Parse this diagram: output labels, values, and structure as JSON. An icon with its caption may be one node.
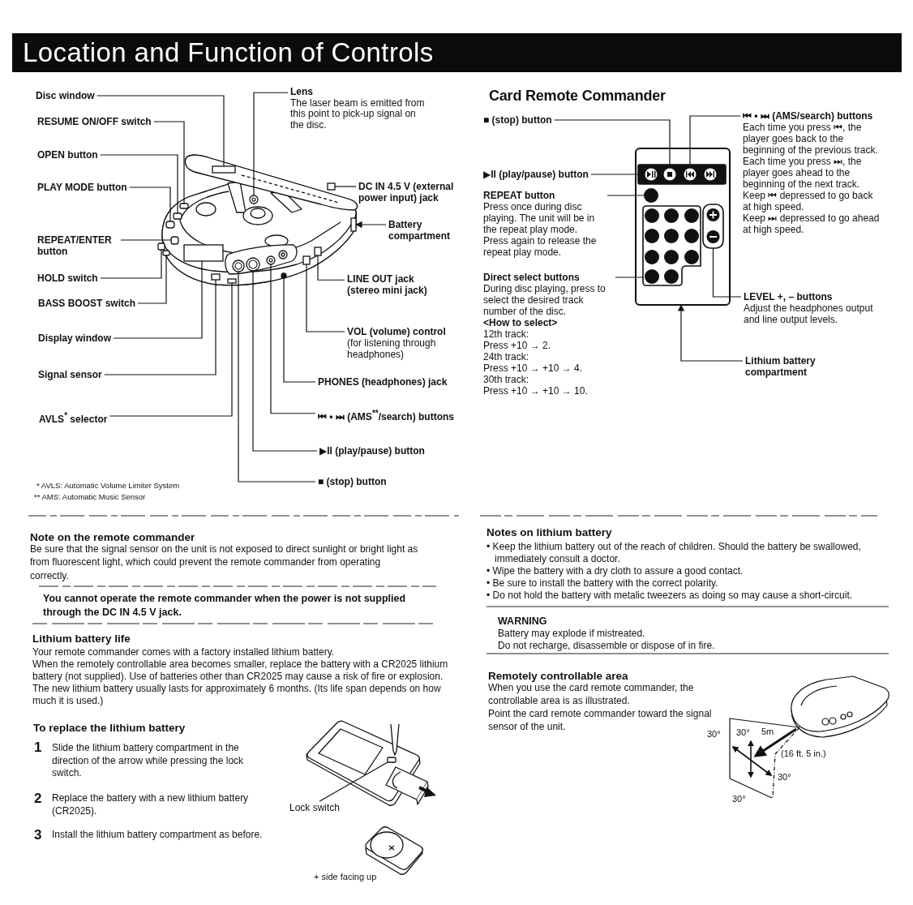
{
  "diagram": {
    "title": "Location and Function of Controls",
    "nodes": [
      {
        "text": [
          "Disc window"
        ]
      },
      {
        "text": [
          "RESUME ON/OFF switch"
        ]
      },
      {
        "text": [
          "OPEN button"
        ]
      },
      {
        "text": [
          "PLAY MODE button"
        ]
      },
      {
        "text": [
          "REPEAT/ENTER button"
        ]
      },
      {
        "text": [
          "HOLD switch"
        ]
      },
      {
        "text": [
          "BASS BOOST switch"
        ]
      },
      {
        "text": [
          "Display window"
        ]
      },
      {
        "text": [
          "Signal sensor"
        ]
      },
      {
        "text": [
          "AVLS$^{*}$ selector"
        ]
      },
      {
        "text": [
          "Lens",
          "The laser beam is emitted from this point to pick-up signal on the disc."
        ]
      },
      {
        "text": [
          "DC IN 4.5 V (external power input) jack"
        ]
      },
      {
        "text": [
          "Battery compartment"
        ]
      },
      {
        "text": [
          "LINE OUT jack (stereo mini jack)"
        ]
      },
      {
        "text": [
          "VOL (volume) control",
          "(for listening through headphones)"
        ]
      },
      {
        "text": [
          "PHONES (headphones) jack"
        ]
      },
      {
        "text": [
          "⏮ • ⏭ (AMS$^{**}$/search) buttons"
        ]
      },
      {
        "text": [
          "▶II (play/pause) button"
        ]
      },
      {
        "text": [
          "■ (stop) button"
        ]
      },
      {
        "text": [
          "■ (stop) button"
        ]
      },
      {
        "text": [
          "▶II (play/pause) button"
        ]
      },
      {
        "text": [
          "REPEAT button",
          "Press once during disc playing. The unit will be in the repeat play mode. Press again to release the repeat play mode."
        ]
      },
      {
        "text": [
          "Direct select buttons",
          "During disc playing, press to select the desired track number of the disc.",
          "<How to select>",
          "12th track:",
          "Press +10 → 2.",
          "24th track:",
          "Press +10 → +10 → 4.",
          "30th track:",
          "Press +10 → +10 → 10."
        ]
      },
      {
        "text": [
          "⏮ • ⏭ (AMS/search) buttons",
          "Each time you press ⏮, the player goes back to the beginning of the previous track.",
          "Each time you press ⏭, the player goes ahead to the beginning of the next track.",
          "Keep ⏮ depressed to go back at high speed.",
          "Keep ⏭ depressed to go ahead at high speed."
        ]
      },
      {
        "text": [
          "LEVEL +, – buttons",
          "Adjust the headphones output and line output levels."
        ]
      },
      {
        "text": [
          "Lithium battery compartment"
        ]
      },
      {
        "text": [
          "Lock switch"
        ]
      },
      {
        "text": [],
        "shape": "picture"
      },
      {
        "text": [],
        "shape": "box",
        "in": 27
      },
      {
        "text": [],
        "shape": "box",
        "in": 27
      },
      {
        "text": [],
        "shape": "box",
        "in": 27
      },
      {
        "text": [],
        "shape": "box",
        "in": 27
      },
      {
        "text": [],
        "shape": "box",
        "in": 27
      },
      {
        "text": [],
        "shape": "box",
        "in": 27
      },
      {
        "text": [],
        "shape": "box",
        "in": 27
      },
      {
        "text": [],
        "shape": "box",
        "in": 27
      },
      {
        "text": [],
        "shape": "box",
        "in": 27
      },
      {
        "text": [],
        "shape": "box",
        "in": 27
      },
      {
        "text": [],
        "shape": "circle",
        "in": 27
      },
      {
        "text": [],
        "shape": "box",
        "in": 27
      },
      {
        "text": [],
        "shape": "box",
        "in": 27
      },
      {
        "text": [],
        "shape": "box",
        "in": 27
      },
      {
        "text": [],
        "shape": "box",
        "in": 27
      },
      {
        "text": [],
        "shape": "circle",
        "in": 27
      },
      {
        "text": [],
        "shape": "circle",
        "in": 27
      },
      {
        "text": [],
        "shape": "circle",
        "in": 27
      },
      {
        "text": [],
        "shape": "circle",
        "in": 27
      },
      {
        "text": [],
        "shape": "picture"
      },
      {
        "text": [],
        "shape": "circle",
        "in": 47
      },
      {
        "text": [],
        "shape": "circle",
        "in": 47
      },
      {
        "text": [],
        "shape": "circle",
        "in": 47
      },
      {
        "text": [],
        "shape": "circle",
        "in": 47
      },
      {
        "text": [],
        "shape": "box",
        "in": 47
      },
      {
        "text": [],
        "shape": "box",
        "in": 47
      },
      {
        "text": [],
        "shape": "picture"
      },
      {
        "text": [],
        "shape": "box",
        "in": 54
      }
    ],
    "edges": [
      {
        "from": 0,
        "to": 28,
        "arrow": "none"
      },
      {
        "from": 1,
        "to": 29,
        "arrow": "none"
      },
      {
        "from": 2,
        "to": 30,
        "arrow": "none"
      },
      {
        "from": 3,
        "to": 31,
        "arrow": "none"
      },
      {
        "from": 4,
        "to": 32,
        "arrow": "none"
      },
      {
        "from": 5,
        "to": 33,
        "arrow": "none"
      },
      {
        "from": 6,
        "to": 34,
        "arrow": "none"
      },
      {
        "from": 7,
        "to": 35,
        "arrow": "none"
      },
      {
        "from": 8,
        "to": 36,
        "arrow": "none"
      },
      {
        "from": 9,
        "to": 37,
        "arrow": "none"
      },
      {
        "from": 10,
        "to": 38,
        "arrow": "none"
      },
      {
        "from": 11,
        "to": 39,
        "arrow": "none"
      },
      {
        "from": 12,
        "to": 40,
        "arrow": "to"
      },
      {
        "from": 13,
        "to": 41,
        "arrow": "none"
      },
      {
        "from": 14,
        "to": 42,
        "arrow": "none"
      },
      {
        "from": 15,
        "to": 43,
        "arrow": "none"
      },
      {
        "from": 16,
        "to": 44,
        "arrow": "none"
      },
      {
        "from": 17,
        "to": 45,
        "arrow": "none"
      },
      {
        "from": 18,
        "to": 46,
        "arrow": "none"
      },
      {
        "from": 19,
        "to": 49,
        "arrow": "none"
      },
      {
        "from": 20,
        "to": 48,
        "arrow": "none"
      },
      {
        "from": 21,
        "to": 51,
        "arrow": "none"
      },
      {
        "from": 22,
        "to": 52,
        "arrow": "none"
      },
      {
        "from": 23,
        "to": 50,
        "arrow": "none"
      },
      {
        "from": 24,
        "to": 53,
        "arrow": "none"
      },
      {
        "from": 25,
        "to": 47,
        "arrow": "to"
      },
      {
        "from": 26,
        "to": 55,
        "arrow": "none"
      }
    ],
    "labels": [
      "* AVLS: Automatic Volume Limiter System",
      "** AMS: Automatic Music Sensor",
      "Card Remote Commander",
      "Note on the remote commander",
      "Be sure that the signal sensor on the unit is not exposed to direct sunlight or bright light as from fluorescent light, which could prevent the remote commander from operating correctly.",
      "You cannot operate the remote commander when the power is not supplied through the DC IN 4.5 V jack.",
      "Lithium battery life",
      "Your remote commander comes with a factory installed lithium battery.",
      "When the remotely controllable area becomes smaller, replace the battery with a CR2025 lithium battery (not supplied). Use of batteries other than CR2025 may cause a risk of fire or explosion. The new lithium battery usually lasts for approximately 6 months. (Its life span depends on how much it is used.)",
      "To replace the lithium battery",
      "1",
      "Slide the lithium battery compartment in the direction of the arrow while pressing the lock switch.",
      "2",
      "Replace the battery with a new lithium battery (CR2025).",
      "3",
      "Install the lithium battery compartment as before.",
      "+ side facing up",
      "Notes on lithium battery",
      "• Keep the lithium battery out of the reach of children. Should the battery be swallowed, immediately consult a doctor.",
      "• Wipe the battery with a dry cloth to assure a good contact.",
      "• Be sure to install the battery with the correct polarity.",
      "• Do not hold the battery with metalic tweezers as doing so may cause a short-circuit.",
      "WARNING",
      "Battery may explode if mistreated.",
      "Do not recharge, disassemble or dispose of in fire.",
      "Remotely controllable area",
      "When you use the card remote commander, the controllable area is as illustrated.",
      "Point the card remote commander toward the signal sensor of the unit.",
      "30°",
      "30°",
      "5m",
      "(16 ft. 5 in.)",
      "30°",
      "30°"
    ]
  }
}
